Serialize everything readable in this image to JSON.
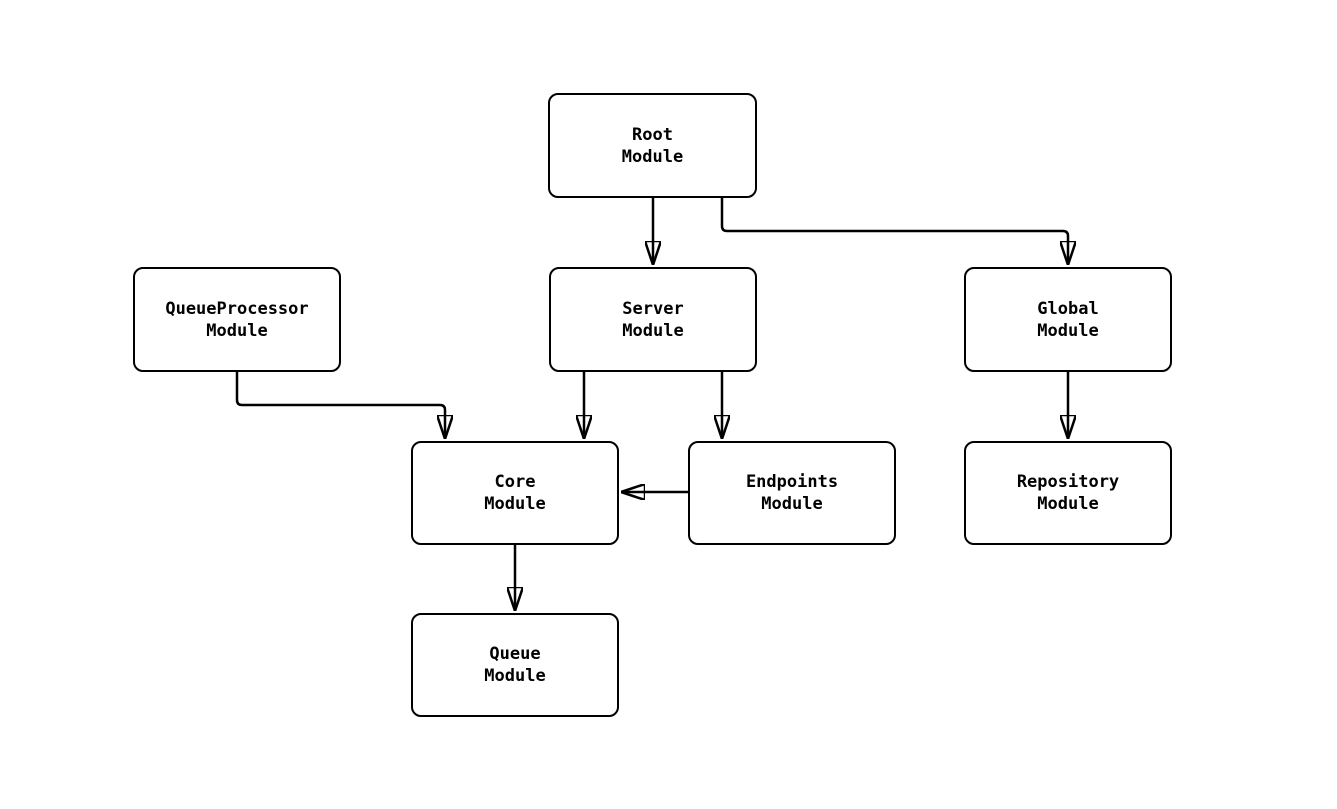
{
  "diagram": {
    "type": "module-dependency-graph",
    "colors": {
      "background": "#ffffff",
      "node_fill": "#ffffff",
      "node_border": "#000000",
      "edge_stroke": "#000000",
      "text": "#000000"
    },
    "nodes": {
      "root": {
        "label": "Root\nModule"
      },
      "server": {
        "label": "Server\nModule"
      },
      "queueprocessor": {
        "label": "QueueProcessor\nModule"
      },
      "global": {
        "label": "Global\nModule"
      },
      "core": {
        "label": "Core\nModule"
      },
      "endpoints": {
        "label": "Endpoints\nModule"
      },
      "repository": {
        "label": "Repository\nModule"
      },
      "queue": {
        "label": "Queue\nModule"
      }
    },
    "edges": [
      {
        "from": "Root Module",
        "to": "Server Module"
      },
      {
        "from": "Root Module",
        "to": "Global Module"
      },
      {
        "from": "QueueProcessor Module",
        "to": "Core Module"
      },
      {
        "from": "Server Module",
        "to": "Core Module"
      },
      {
        "from": "Server Module",
        "to": "Endpoints Module"
      },
      {
        "from": "Endpoints Module",
        "to": "Core Module"
      },
      {
        "from": "Global Module",
        "to": "Repository Module"
      },
      {
        "from": "Core Module",
        "to": "Queue Module"
      }
    ]
  }
}
